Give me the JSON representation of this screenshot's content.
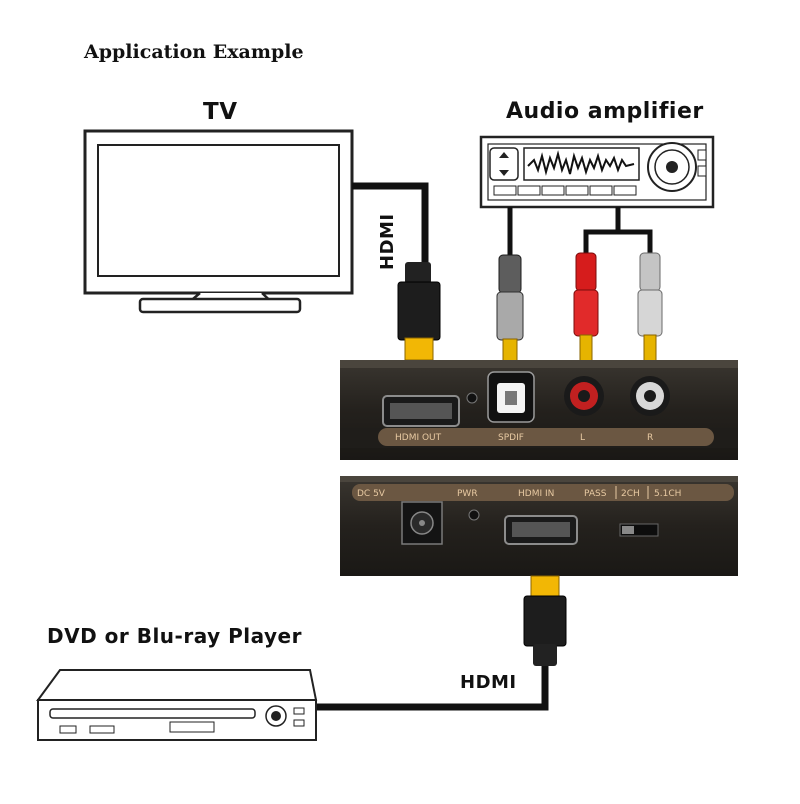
{
  "title": "Application Example",
  "devices": {
    "tv": "TV",
    "amplifier": "Audio amplifier",
    "player": "DVD or Blu-ray Player"
  },
  "cables": {
    "tv_cable": "HDMI",
    "player_cable": "HDMI"
  },
  "converter": {
    "output_ports": [
      "HDMI OUT",
      "SPDIF",
      "L",
      "R"
    ],
    "input_panel": [
      "DC 5V",
      "PWR",
      "HDMI IN",
      "PASS",
      "2CH",
      "5.1CH"
    ]
  },
  "colors": {
    "hdmi_plug": "#f2b705",
    "rca_left": "#d61c1c",
    "rca_right": "#bdbdbd",
    "device_body": "#26231f",
    "panel_strip": "#6b5742"
  }
}
